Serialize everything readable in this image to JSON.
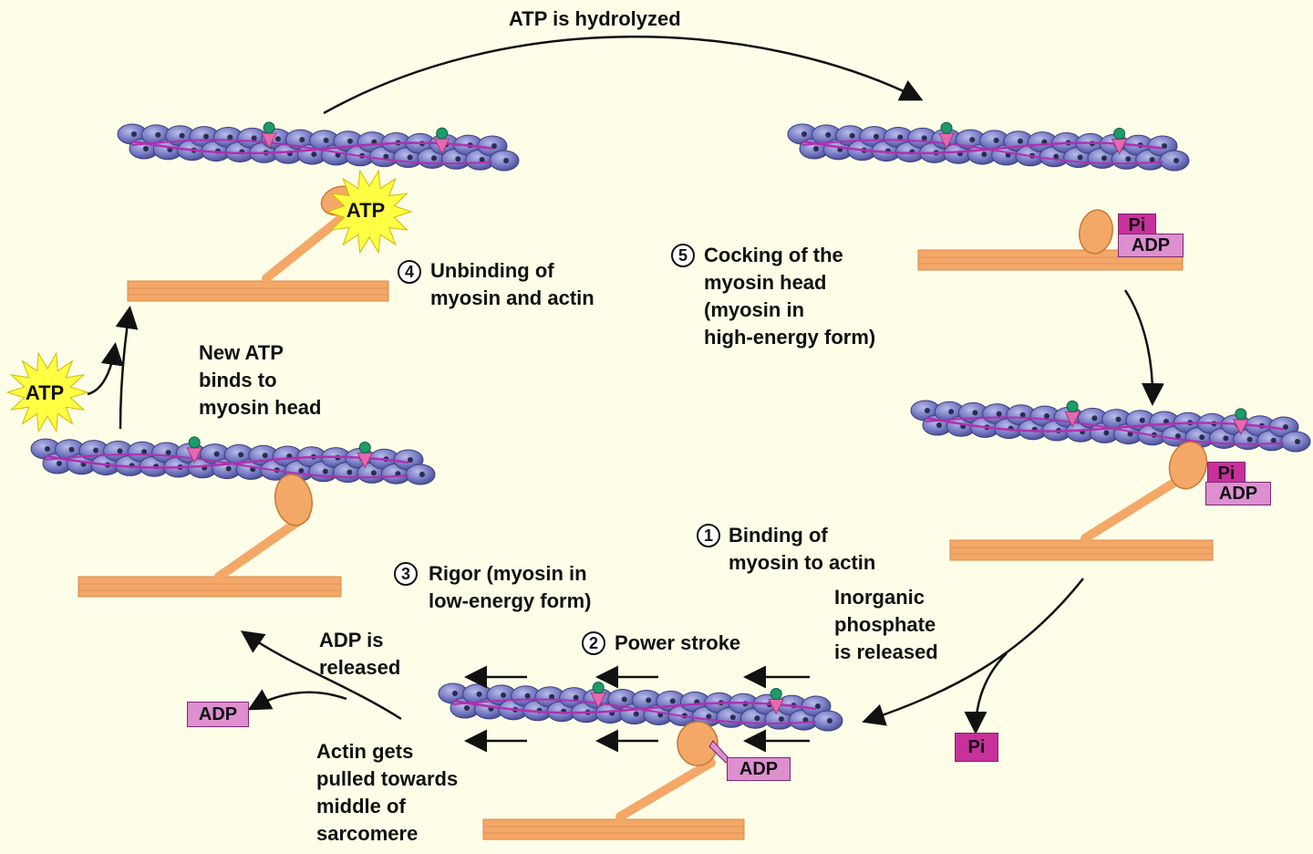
{
  "labels": {
    "top": "ATP is hydrolyzed",
    "step4": [
      "Unbinding of",
      "myosin and actin"
    ],
    "step5": [
      "Cocking of the",
      "myosin head",
      "(myosin in",
      "high-energy form)"
    ],
    "new_atp": [
      "New ATP",
      "binds to",
      "myosin head"
    ],
    "step1": [
      "Binding of",
      "myosin to actin"
    ],
    "pi_release": [
      "Inorganic",
      "phosphate",
      "is released"
    ],
    "step3": [
      "Rigor (myosin in",
      "low-energy form)"
    ],
    "step2": [
      "Power stroke"
    ],
    "adp_release": [
      "ADP is",
      "released"
    ],
    "actin_pulled": [
      "Actin gets",
      "pulled towards",
      "middle of",
      "sarcomere"
    ]
  },
  "steps": {
    "s1": "1",
    "s2": "2",
    "s3": "3",
    "s4": "4",
    "s5": "5"
  },
  "tags": {
    "atp": "ATP",
    "adp": "ADP",
    "pi": "Pi"
  },
  "colors": {
    "background": "#fefee8",
    "actin_bead": "#7478c2",
    "tropomyosin": "#b030b0",
    "myosin": "#f4a868",
    "adp": "#dd8fd0",
    "pi": "#c8309c",
    "atp_burst": "#ffff44",
    "troponin": "#e868b0",
    "calcium": "#1f9a6a"
  }
}
